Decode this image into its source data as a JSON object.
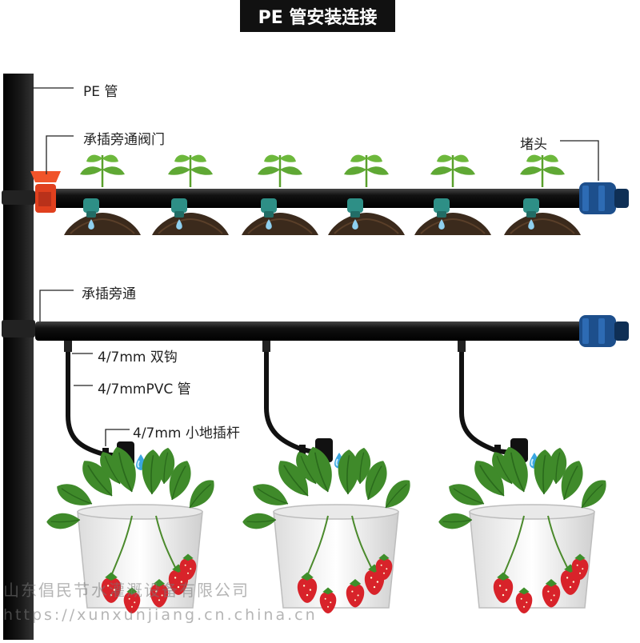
{
  "title": "PE 管安装连接",
  "labels": {
    "pe_pipe": "PE 管",
    "bypass_valve": "承插旁通阀门",
    "end_plug": "堵头",
    "bypass": "承插旁通",
    "double_hook": "4/7mm 双钩",
    "pvc_pipe": "4/7mmPVC 管",
    "ground_stake": "4/7mm 小地插杆"
  },
  "watermark": {
    "company": "山东倡民节水灌溉设备有限公司",
    "url": "https://xunxunjiang.cn.china.cn"
  },
  "colors": {
    "pipe": "#111111",
    "valve": "#e0401e",
    "plug": "#1d4f8c",
    "dripper": "#2e8f86",
    "soil": "#3b2a1c",
    "leaf": "#4c9a2a",
    "strawberry": "#d8232a",
    "pot": "#f2f2f2"
  },
  "icons": [
    "seedling-icon",
    "water-drop-icon",
    "strawberry-plant-icon",
    "hanging-pot-icon"
  ]
}
